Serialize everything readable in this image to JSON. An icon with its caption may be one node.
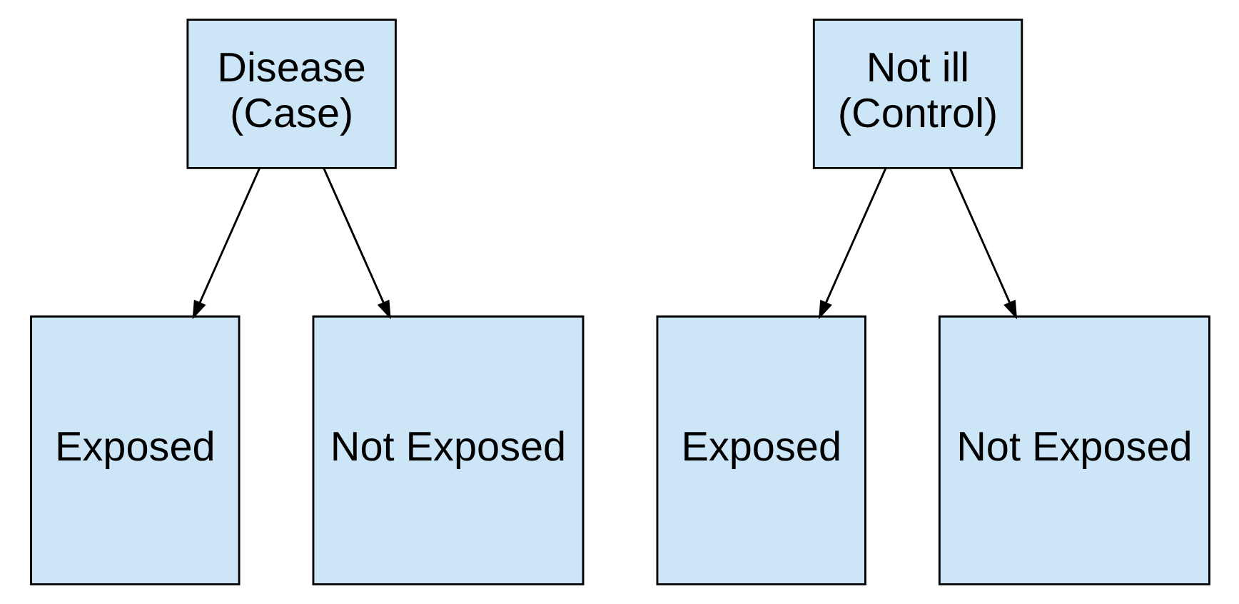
{
  "diagram": {
    "nodes": [
      {
        "text": [
          "Disease",
          "(Case)"
        ]
      },
      {
        "text": [
          "Not ill",
          "(Control)"
        ]
      },
      {
        "text": [
          "Exposed"
        ]
      },
      {
        "text": [
          "Not Exposed"
        ]
      },
      {
        "text": [
          "Exposed"
        ]
      },
      {
        "text": [
          "Not Exposed"
        ]
      }
    ],
    "edges": [
      {
        "from": 0,
        "to": 2,
        "arrow": "to"
      },
      {
        "from": 0,
        "to": 3,
        "arrow": "to"
      },
      {
        "from": 1,
        "to": 4,
        "arrow": "to"
      },
      {
        "from": 1,
        "to": 5,
        "arrow": "to"
      }
    ]
  }
}
